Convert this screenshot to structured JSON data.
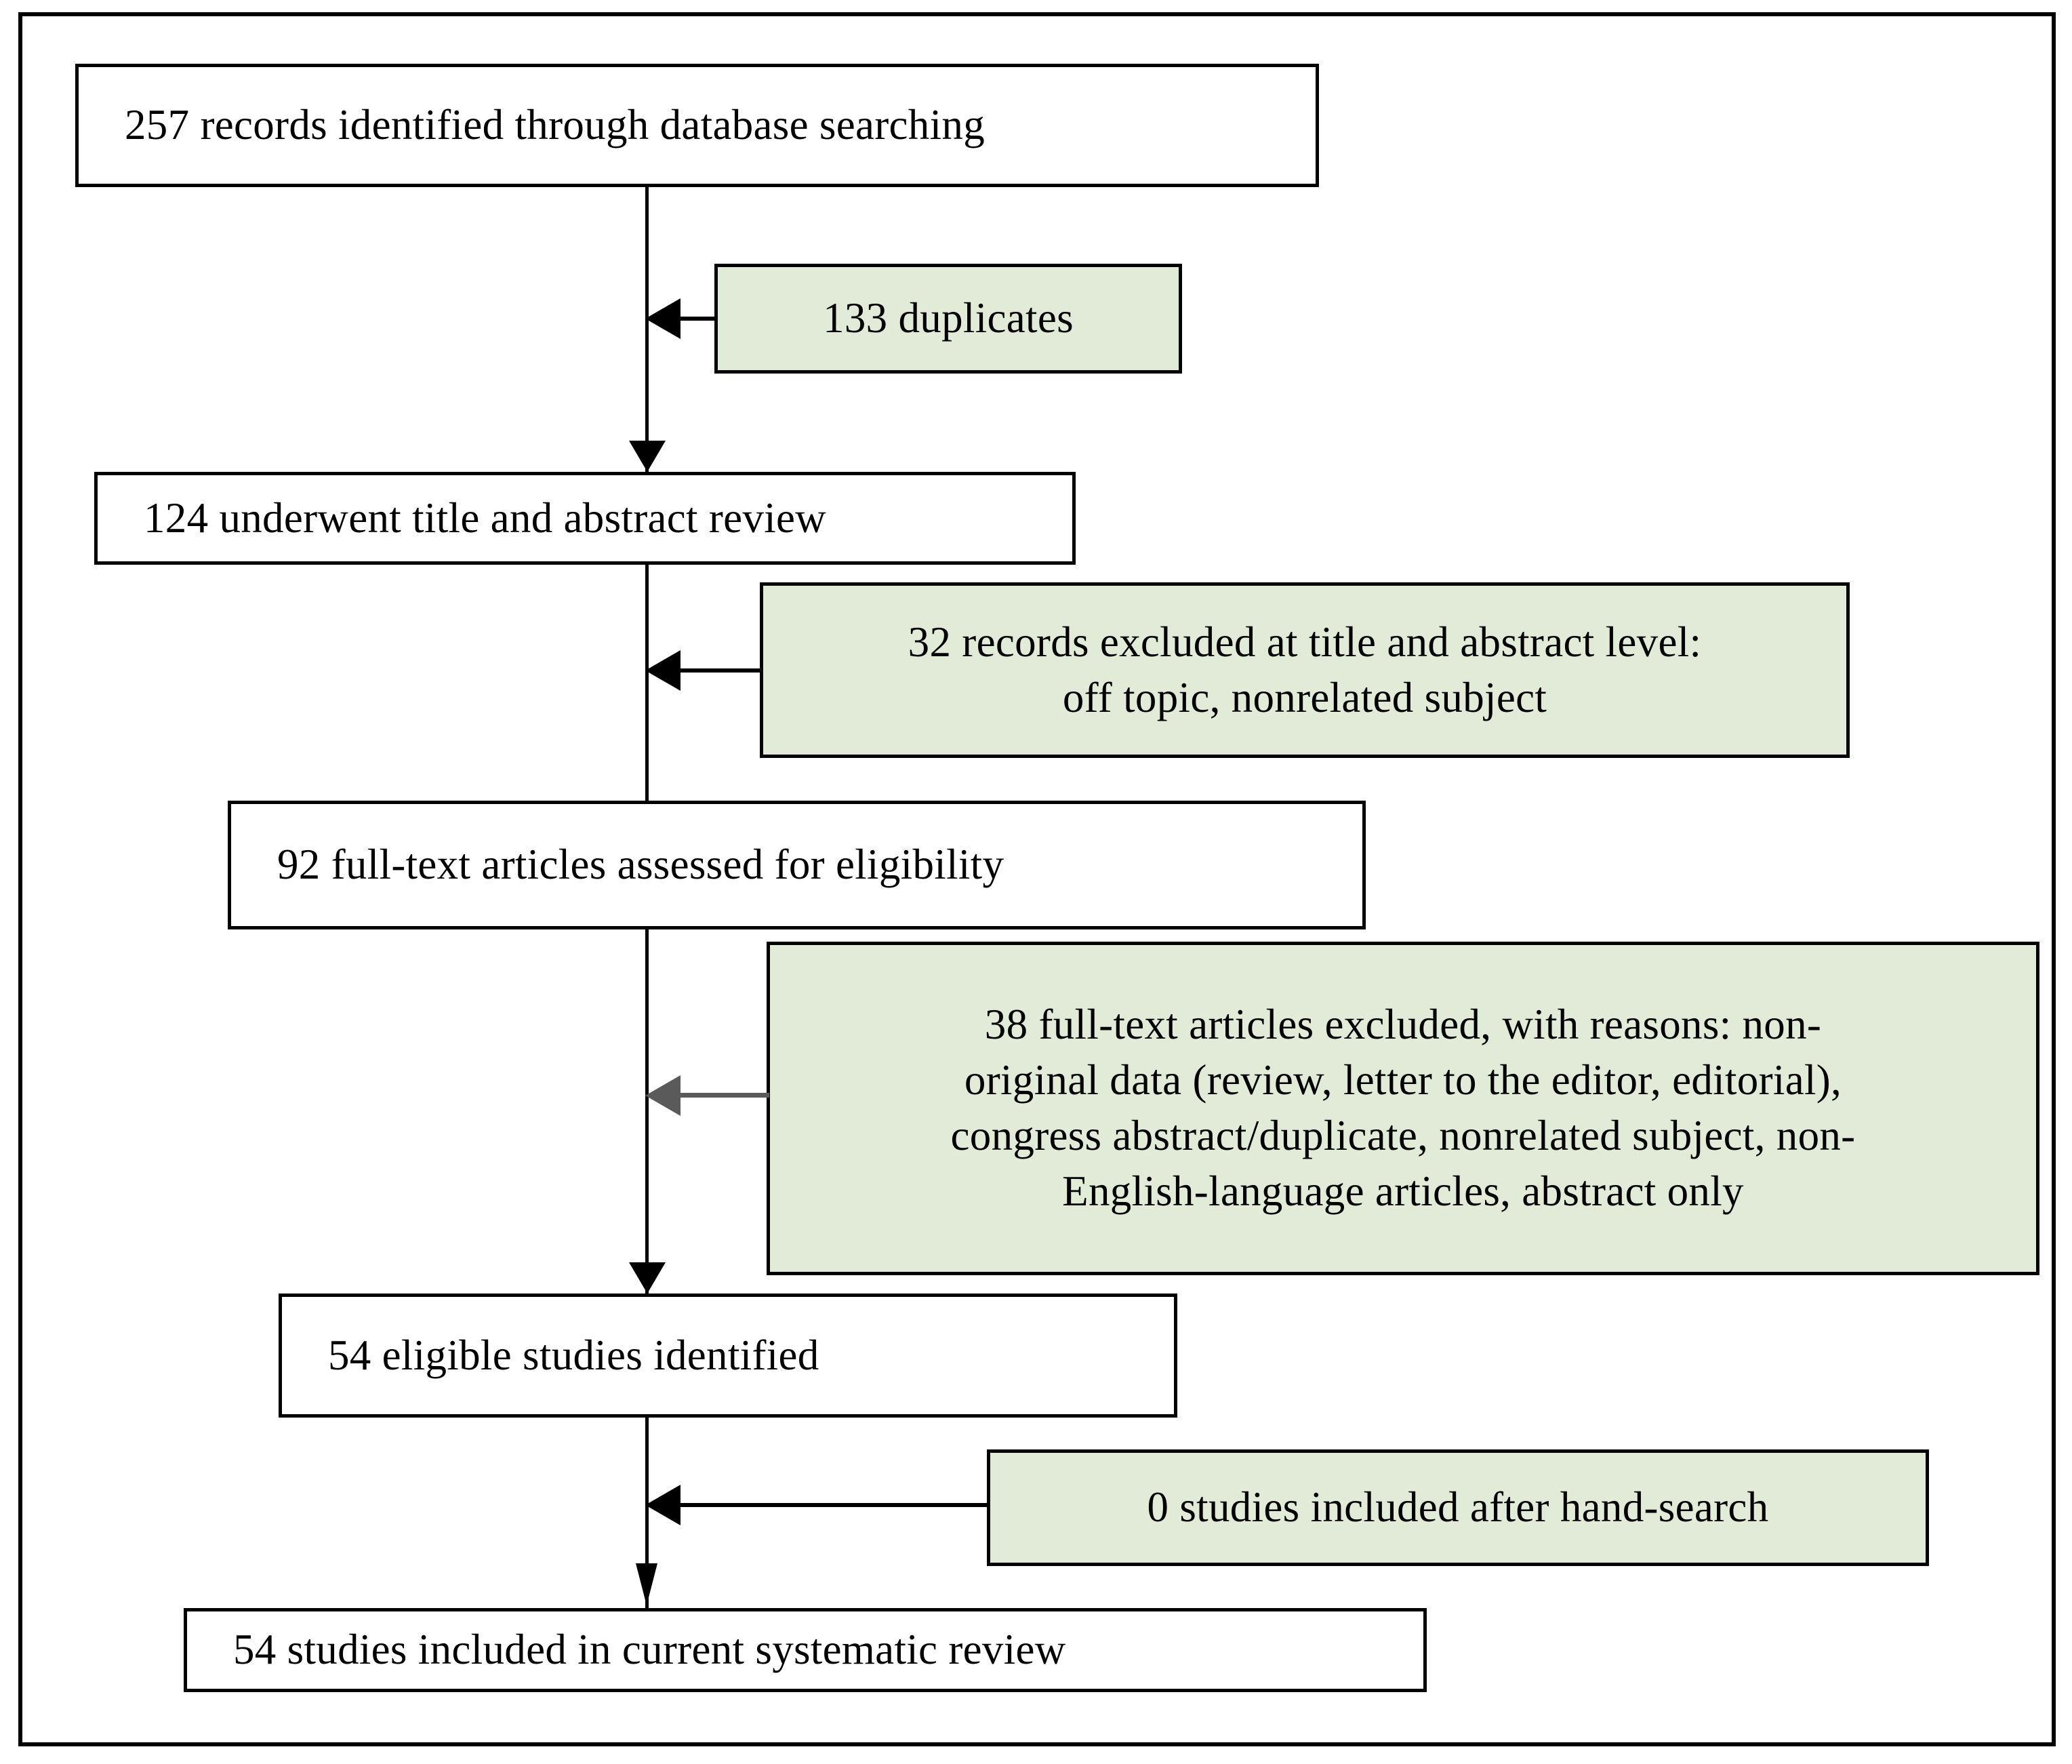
{
  "diagram": {
    "type": "prisma-flow-diagram",
    "title": "PRISMA study selection flow diagram",
    "colors": {
      "box_border": "#000000",
      "box_fill": "#ffffff",
      "exclusion_box_fill": "#e1ebd8",
      "connector": "#000000",
      "connector_alt": "#5a5a5a"
    },
    "main_nodes": [
      {
        "id": "identified",
        "count": 257,
        "label": "257 records identified  through  database searching"
      },
      {
        "id": "title-abstract-review",
        "count": 124,
        "label": "124 underwent  title  and abstract review"
      },
      {
        "id": "full-text-assessed",
        "count": 92,
        "label": "92 full-text  articles  assessed for  eligibility"
      },
      {
        "id": "eligible-studies",
        "count": 54,
        "label": "54 eligible  studies  identified"
      },
      {
        "id": "included-studies",
        "count": 54,
        "label": "54 studies included  in current  systematic  review"
      }
    ],
    "side_nodes": [
      {
        "id": "duplicates",
        "count": 133,
        "label": "133 duplicates"
      },
      {
        "id": "excluded-title-abstract",
        "count": 32,
        "label": "32 records excluded  at title  and abstract level:\noff topic, nonrelated  subject"
      },
      {
        "id": "excluded-full-text",
        "count": 38,
        "label": "38 full-text  articles  excluded, with reasons: non-\noriginal  data (review, letter to the editor, editorial),\ncongress abstract/duplicate,  nonrelated  subject, non-\nEnglish-language  articles, abstract only"
      },
      {
        "id": "hand-search",
        "count": 0,
        "label": "0 studies included  after hand-search"
      }
    ]
  }
}
